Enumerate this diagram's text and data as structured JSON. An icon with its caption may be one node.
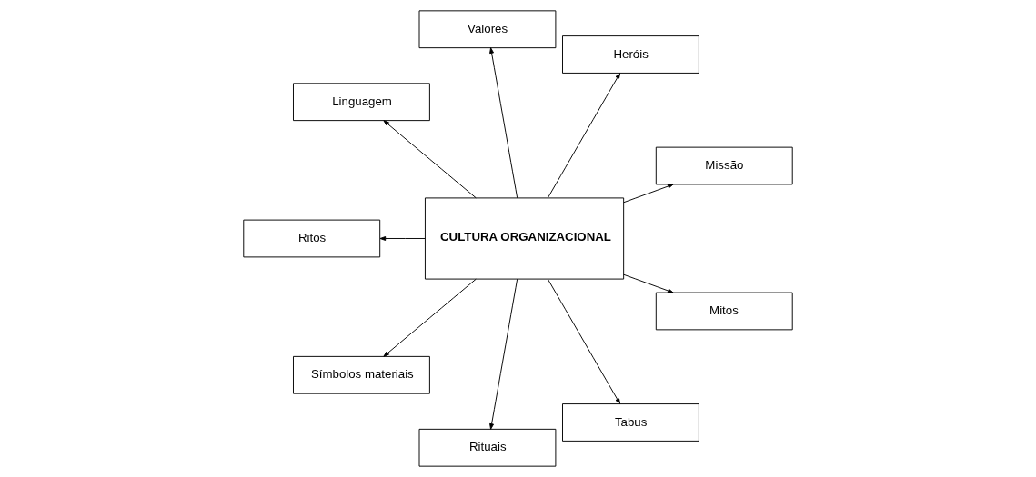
{
  "diagram": {
    "nodes": [
      {
        "text": [
          "CULTURA ORGANIZACIONAL"
        ]
      },
      {
        "text": [
          "Missão"
        ]
      },
      {
        "text": [
          "Heróis"
        ]
      },
      {
        "text": [
          "Valores"
        ]
      },
      {
        "text": [
          "Linguagem"
        ]
      },
      {
        "text": [
          "Ritos"
        ]
      },
      {
        "text": [
          "Símbolos materiais"
        ]
      },
      {
        "text": [
          "Rituais"
        ]
      },
      {
        "text": [
          "Tabus"
        ]
      },
      {
        "text": [
          "Mitos"
        ]
      }
    ],
    "edges": [
      {
        "from": 0,
        "to": 1,
        "arrow": "to"
      },
      {
        "from": 0,
        "to": 3,
        "arrow": "to"
      },
      {
        "from": 0,
        "to": 5,
        "arrow": "to"
      },
      {
        "from": 0,
        "to": 7,
        "arrow": "to"
      },
      {
        "from": 0,
        "to": 9,
        "arrow": "to"
      },
      {
        "from": 0,
        "to": 8,
        "arrow": "to"
      },
      {
        "from": 0,
        "to": 6,
        "arrow": "to"
      },
      {
        "from": 0,
        "to": 4,
        "arrow": "to"
      },
      {
        "from": 0,
        "to": 2,
        "arrow": "to"
      }
    ]
  }
}
